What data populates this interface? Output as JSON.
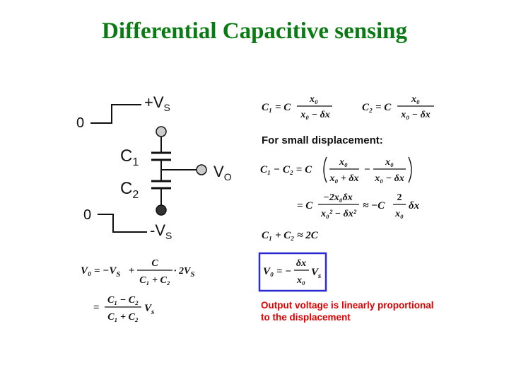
{
  "title": "Differential Capacitive sensing",
  "circuit": {
    "top_zero": "0",
    "plus_vs": "+V",
    "plus_vs_sub": "S",
    "c1": "C",
    "c1_sub": "1",
    "c2": "C",
    "c2_sub": "2",
    "vo": "V",
    "vo_sub": "O",
    "bottom_zero": "0",
    "minus_vs": "-V",
    "minus_vs_sub": "S"
  },
  "equations": {
    "c1_lhs": "C₁ = C",
    "c1_num": "x₀",
    "c1_den": "x₀ − δx",
    "c2_lhs": "C₂ = C",
    "c2_num": "x₀",
    "c2_den": "x₀ − δx",
    "small_disp_heading": "For small displacement:",
    "diff_lhs": "C₁ − C₂ = C",
    "diff_t1_num": "x₀",
    "diff_t1_den": "x₀ + δx",
    "diff_minus": "−",
    "diff_t2_num": "x₀",
    "diff_t2_den": "x₀ − δx",
    "approx_eq": "= C",
    "approx_num": "−2x₀δx",
    "approx_den": "x₀² − δx²",
    "approx_sym": "≈ −C",
    "approx2_num": "2",
    "approx2_den": "x₀",
    "approx2_tail": "δx",
    "sum_eq": "C₁ + C₂ ≈ 2C",
    "vo_lhs": "V₀ = −V",
    "vo_lhs_sub": "S",
    "vo_plus": "+",
    "vo_frac_num": "C",
    "vo_frac_den": "C₁ + C₂",
    "vo_tail": "· 2V",
    "vo_tail_sub": "S",
    "vo2_eq": "=",
    "vo2_num": "C₁ − C₂",
    "vo2_den": "C₁ + C₂",
    "vo2_tail": "V",
    "vo2_tail_sub": "s",
    "boxed_lhs": "V₀ = −",
    "boxed_num": "δx",
    "boxed_den": "x₀",
    "boxed_tail": "V",
    "boxed_tail_sub": "s"
  },
  "conclusion": {
    "line1": "Output voltage is linearly proportional",
    "line2": "to the displacement"
  },
  "colors": {
    "title": "#0a7a14",
    "conclusion": "#e00000",
    "box": "#2a2ad0"
  }
}
